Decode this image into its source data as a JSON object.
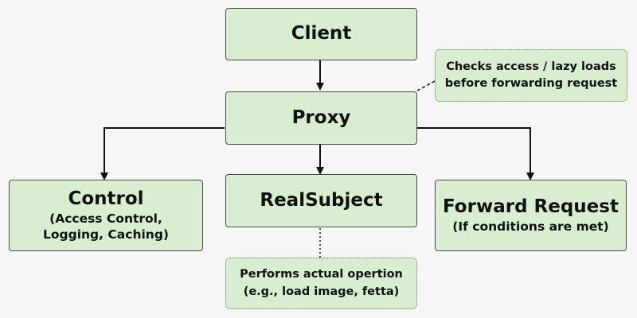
{
  "nodes": {
    "client": {
      "title": "Client"
    },
    "proxy": {
      "title": "Proxy"
    },
    "control": {
      "title": "Control",
      "sub_line1": "(Access Control,",
      "sub_line2": "Logging, Caching)"
    },
    "realsubject": {
      "title": "RealSubject"
    },
    "forward": {
      "title": "Forward Request",
      "sub": "(If conditions are met)"
    }
  },
  "notes": {
    "proxy_note": {
      "line1": "Checks access / lazy loads",
      "line2": "before forwarding request"
    },
    "realsubject_note": {
      "line1": "Performs actual opertion",
      "line2": "(e.g., load image, fetta)"
    }
  },
  "colors": {
    "box_fill": "#d9eed0",
    "box_border": "#4a4a4a",
    "note_border": "#5a7a52",
    "arrow": "#111111",
    "background": "#f6f6f6"
  }
}
